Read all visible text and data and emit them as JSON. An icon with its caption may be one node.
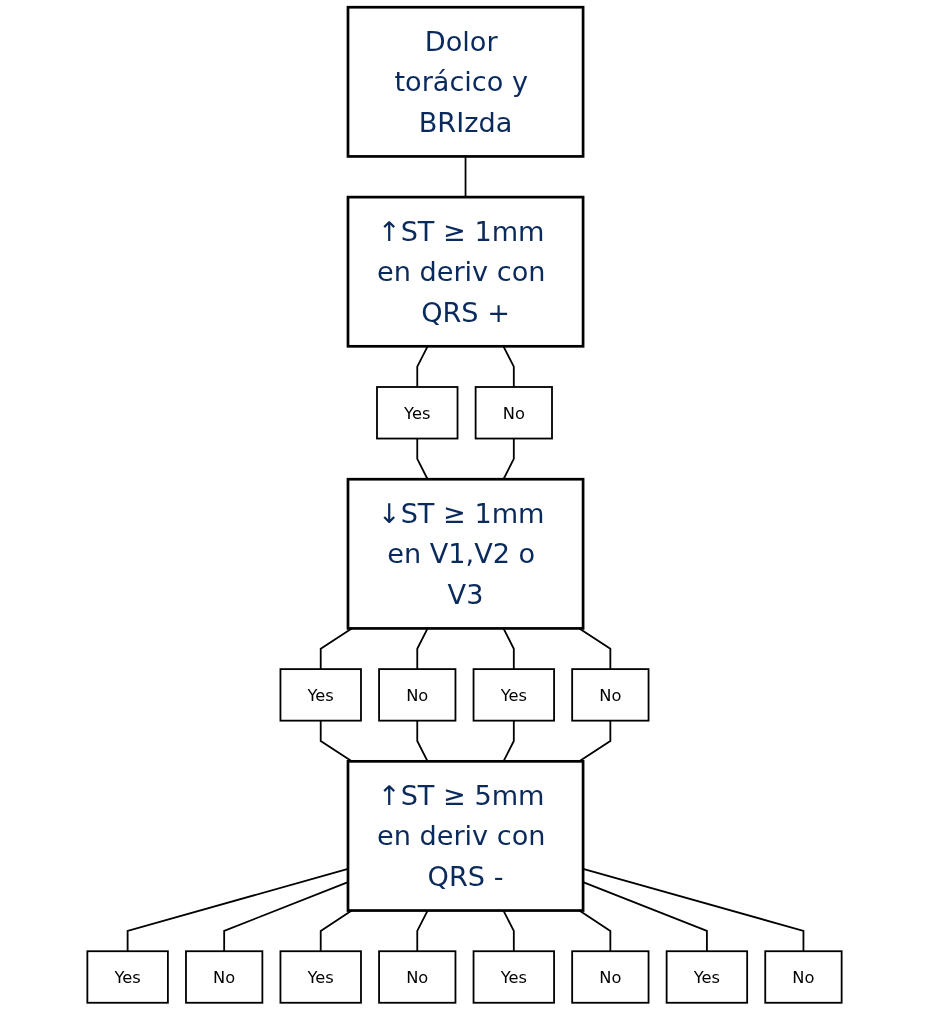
{
  "diagram": {
    "nodes": [
      {
        "text": [
          "Dolor torácico y BRIzda"
        ]
      },
      {
        "text": [
          "↑ST ≥ 1mm en deriv con QRS +"
        ]
      },
      {
        "text": [
          "Yes"
        ]
      },
      {
        "text": [
          "No"
        ]
      },
      {
        "text": [
          "↓ST ≥ 1mm en V1,V2 o V3"
        ]
      },
      {
        "text": [
          "Yes"
        ]
      },
      {
        "text": [
          "No"
        ]
      },
      {
        "text": [
          "Yes"
        ]
      },
      {
        "text": [
          "No"
        ]
      },
      {
        "text": [
          "↑ST ≥ 5mm en deriv con QRS -"
        ]
      },
      {
        "text": [
          "Yes"
        ]
      },
      {
        "text": [
          "No"
        ]
      },
      {
        "text": [
          "Yes"
        ]
      },
      {
        "text": [
          "No"
        ]
      },
      {
        "text": [
          "Yes"
        ]
      },
      {
        "text": [
          "No"
        ]
      },
      {
        "text": [
          "Yes"
        ]
      },
      {
        "text": [
          "No"
        ]
      }
    ],
    "edges": [
      {
        "from": 0,
        "to": 1,
        "arrow": "none"
      },
      {
        "from": 1,
        "to": 2,
        "arrow": "none"
      },
      {
        "from": 1,
        "to": 3,
        "arrow": "none"
      },
      {
        "from": 2,
        "to": 4,
        "arrow": "none"
      },
      {
        "from": 3,
        "to": 4,
        "arrow": "none"
      },
      {
        "from": 4,
        "to": 5,
        "arrow": "none"
      },
      {
        "from": 4,
        "to": 6,
        "arrow": "none"
      },
      {
        "from": 4,
        "to": 7,
        "arrow": "none"
      },
      {
        "from": 4,
        "to": 8,
        "arrow": "none"
      },
      {
        "from": 5,
        "to": 9,
        "arrow": "none"
      },
      {
        "from": 6,
        "to": 9,
        "arrow": "none"
      },
      {
        "from": 7,
        "to": 9,
        "arrow": "none"
      },
      {
        "from": 8,
        "to": 9,
        "arrow": "none"
      },
      {
        "from": 9,
        "to": 10,
        "arrow": "none"
      },
      {
        "from": 9,
        "to": 11,
        "arrow": "none"
      },
      {
        "from": 9,
        "to": 12,
        "arrow": "none"
      },
      {
        "from": 9,
        "to": 13,
        "arrow": "none"
      },
      {
        "from": 9,
        "to": 14,
        "arrow": "none"
      },
      {
        "from": 9,
        "to": 15,
        "arrow": "none"
      },
      {
        "from": 9,
        "to": 16,
        "arrow": "none"
      },
      {
        "from": 9,
        "to": 17,
        "arrow": "none"
      }
    ]
  }
}
